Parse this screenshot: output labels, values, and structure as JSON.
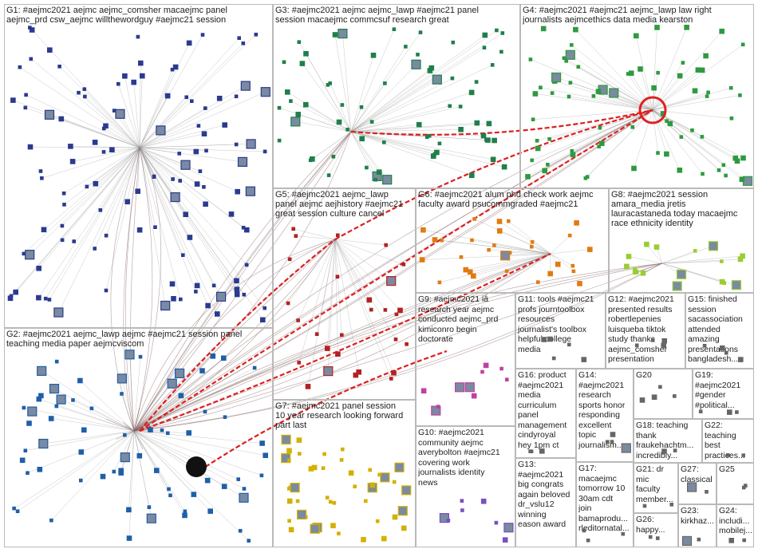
{
  "graph": {
    "groups": [
      {
        "id": "G1",
        "label": "G1: #aejmc2021 aejmc aejmc_comsher macaejmc panel\naejmc_prd csw_aejmc willthewordguy #aejmc21 session",
        "color": "#2b3a8f"
      },
      {
        "id": "G2",
        "label": "G2: #aejmc2021 aejmc_lawp aejmc #aejmc21 session panel\nteaching media paper aejmcviscom",
        "color": "#1f5fa8"
      },
      {
        "id": "G3",
        "label": "G3: #aejmc2021 aejmc aejmc_lawp #aejmc21 panel\nsession macaejmc commcsuf research great",
        "color": "#1f7f4a"
      },
      {
        "id": "G4",
        "label": "G4: #aejmc2021 #aejmc21 aejmc_lawp law right\njournalists aejmcethics data media kearston",
        "color": "#2e9a3e"
      },
      {
        "id": "G5",
        "label": "G5: #aejmc2021 aejmc_lawp\npanel aejmc aejhistory #aejmc21\ngreat session culture cancel",
        "color": "#b22222"
      },
      {
        "id": "G6",
        "label": "G6: #aejmc2021 alum phd check work aejmc\nfaculty award psucommgraded #aejmc21",
        "color": "#e07b10"
      },
      {
        "id": "G7",
        "label": "G7: #aejmc2021 panel session\n10 year research looking forward\npart last",
        "color": "#d4b000"
      },
      {
        "id": "G8",
        "label": "G8: #aejmc2021 session\namara_media jretis\nlauracastaneda today macaejmc\nrace ethnicity identity",
        "color": "#9acd32"
      },
      {
        "id": "G9",
        "label": "G9: #aejmc2021 iâ\nresearch year aejmc\nconducted aejmc_prd\nkimiconro begin\ndoctorate",
        "color": "#c040a0"
      },
      {
        "id": "G10",
        "label": "G10: #aejmc2021\ncommunity aejmc\naverybolton #aejmc21\ncovering work\njournalists identity\nnews",
        "color": "#7a4fc0"
      },
      {
        "id": "G11",
        "label": "G11: tools #aejmc21\nprofs journtoolbox\nresources\njournalist's toolbox\nhelpful college\nmedia",
        "color": "#666666"
      },
      {
        "id": "G12",
        "label": "G12: #aejmc2021\npresented results\nrobertlepenies\nluisqueba tiktok\nstudy thanks\naejmc_comsher\npresentation",
        "color": "#666666"
      },
      {
        "id": "G13",
        "label": "G13:\n#aejmc2021\nbig congrats\nagain beloved\ndr_vslu12\nwinning\neason award",
        "color": "#666666"
      },
      {
        "id": "G14",
        "label": "G14:\n#aejmc2021\nresearch\nsports honor\nresponding\nexcellent\ntopic\njournalism...",
        "color": "#666666"
      },
      {
        "id": "G15",
        "label": "G15: finished\nsession\nsacassociation\nattended\namazing\npresentations\nbangladesh...",
        "color": "#666666"
      },
      {
        "id": "G16",
        "label": "G16: product\n#aejmc2021\nmedia\ncurriculum\npanel\nmanagement\ncindyroyal\nhey 1pm ct",
        "color": "#666666"
      },
      {
        "id": "G17",
        "label": "G17:\nmacaejmc\ntomorrow 10\n30am cdt\njoin\nbamaprodu...\nrleditornatal...",
        "color": "#666666"
      },
      {
        "id": "G18",
        "label": "G18: teaching\nthank\nfraukehachtm...\nincredibly...",
        "color": "#666666"
      },
      {
        "id": "G19",
        "label": "G19:\n#aejmc2021\n#gender\n#political...",
        "color": "#666666"
      },
      {
        "id": "G20",
        "label": "G20",
        "color": "#666666"
      },
      {
        "id": "G21",
        "label": "G21: dr\nmic\nfaculty\nmember...",
        "color": "#666666"
      },
      {
        "id": "G22",
        "label": "G22:\nteaching\nbest\npractices...",
        "color": "#666666"
      },
      {
        "id": "G23",
        "label": "G23:\nkirkhaz...",
        "color": "#666666"
      },
      {
        "id": "G24",
        "label": "G24:\nincludi...\nmobilej...",
        "color": "#666666"
      },
      {
        "id": "G25",
        "label": "G25",
        "color": "#666666"
      },
      {
        "id": "G26",
        "label": "G26:\nhappy...",
        "color": "#666666"
      },
      {
        "id": "G27",
        "label": "G27:\nclassical",
        "color": "#666666"
      }
    ]
  }
}
